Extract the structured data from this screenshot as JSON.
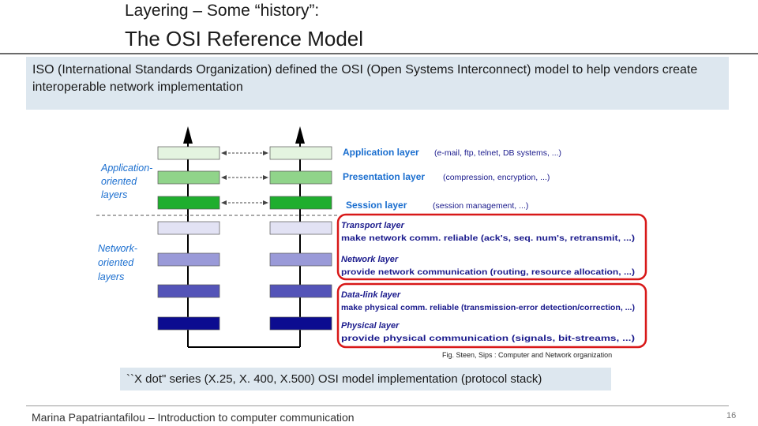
{
  "slide": {
    "subtitle": "Layering – Some “history”:",
    "title": "The OSI Reference Model",
    "intro": "ISO (International Standards Organization) defined the OSI (Open Systems Interconnect) model to help vendors create interoperable network implementation",
    "protocol_stack": "``X dot\" series (X.25, X. 400, X.500) OSI model implementation (protocol stack)",
    "caption": "Fig. Steen, Sips : Computer and Network organization",
    "footer": "Marina Papatriantafilou – Introduction to computer communication",
    "page_number": "16"
  },
  "diagram": {
    "groups": {
      "application_oriented": [
        "Application-",
        "oriented",
        "layers"
      ],
      "network_oriented": [
        "Network-",
        "oriented",
        "layers"
      ]
    },
    "upper_layers": [
      {
        "name": "Application layer",
        "desc": "(e-mail, ftp, telnet, DB systems, ...)",
        "color": "#e4f4e0"
      },
      {
        "name": "Presentation layer",
        "desc": "(compression, encryption, ...)",
        "color": "#90d48a"
      },
      {
        "name": "Session layer",
        "desc": "(session management, ...)",
        "color": "#1fae2e"
      }
    ],
    "lower_layers": [
      {
        "name": "Transport layer",
        "desc": "make network comm. reliable (ack's, seq. num's, retransmit, ...)",
        "color": "#e2e2f4"
      },
      {
        "name": "Network layer",
        "desc": "provide network communication (routing, resource allocation, ...)",
        "color": "#9a9ad8"
      },
      {
        "name": "Data-link layer",
        "desc": "make physical comm. reliable (transmission-error detection/correction, ...)",
        "color": "#5454b8"
      },
      {
        "name": "Physical layer",
        "desc": "provide physical communication (signals, bit-streams, ...)",
        "color": "#0c0c90"
      }
    ],
    "label_color": "#1a6ecf",
    "upper_label_color": "#2aa52a",
    "lower_label_color": "#1a1a8c",
    "highlight_color": "#d81818"
  }
}
